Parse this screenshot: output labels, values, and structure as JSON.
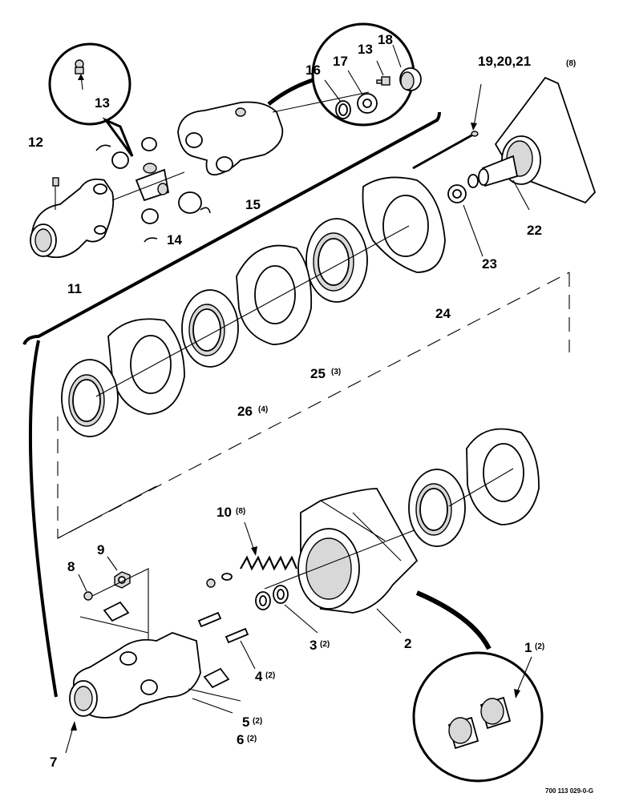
{
  "labels": {
    "p1": "1",
    "p1q": "(2)",
    "p2": "2",
    "p3": "3",
    "p3q": "(2)",
    "p4": "4",
    "p4q": "(2)",
    "p5": "5",
    "p5q": "(2)",
    "p6": "6",
    "p6q": "(2)",
    "p7": "7",
    "p8": "8",
    "p9": "9",
    "p10": "10",
    "p10q": "(8)",
    "p11": "11",
    "p12": "12",
    "p13a": "13",
    "p13b": "13",
    "p14": "14",
    "p15": "15",
    "p16": "16",
    "p17": "17",
    "p18": "18",
    "p19": "19,20,21",
    "p19q": "(8)",
    "p22": "22",
    "p23": "23",
    "p24": "24",
    "p25": "25",
    "p25q": "(3)",
    "p26": "26",
    "p26q": "(4)"
  },
  "figure_ref": "700 113 029-0-G"
}
